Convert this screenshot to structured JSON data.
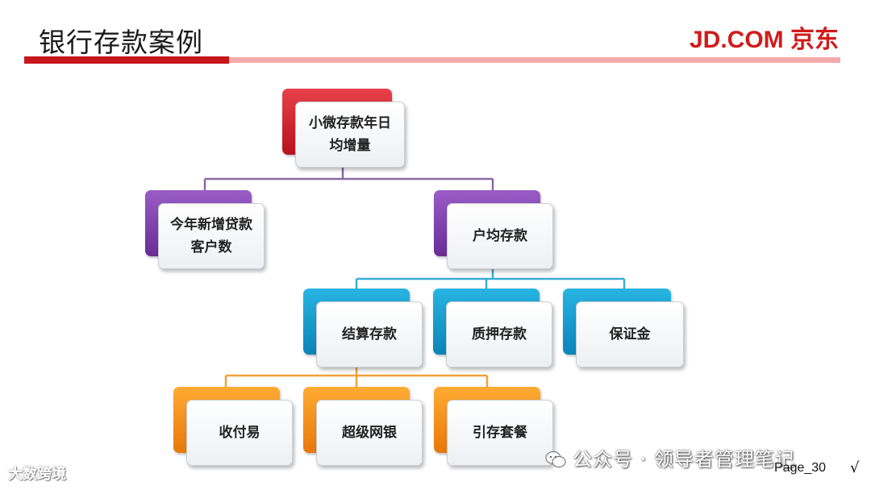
{
  "header": {
    "title": "银行存款案例",
    "logo_text": "JD.COM 京东",
    "brand_color": "#c8161d",
    "accent_light": "#f4aaaa"
  },
  "diagram": {
    "root": {
      "label": "小微存款年日均增量",
      "line1": "小微存款年日",
      "line2": "均增量",
      "color": "#c8161d"
    },
    "level2": [
      {
        "line1": "今年新增贷款",
        "line2": "客户数",
        "color": "#7b3aa8"
      },
      {
        "line1": "户均存款",
        "line2": "",
        "color": "#7b3aa8"
      }
    ],
    "level3": [
      {
        "label": "结算存款",
        "color": "#1aa0d6"
      },
      {
        "label": "质押存款",
        "color": "#1aa0d6"
      },
      {
        "label": "保证金",
        "color": "#1aa0d6"
      }
    ],
    "level4": [
      {
        "label": "收付易",
        "color": "#f5921e"
      },
      {
        "label": "超级网银",
        "color": "#f5921e"
      },
      {
        "label": "引存套餐",
        "color": "#f5921e"
      }
    ]
  },
  "watermarks": {
    "left": "大数跨境",
    "right": "公众号 · 领导者管理笔记"
  },
  "footer": {
    "page_label": "Page_30",
    "check_mark": "√"
  }
}
